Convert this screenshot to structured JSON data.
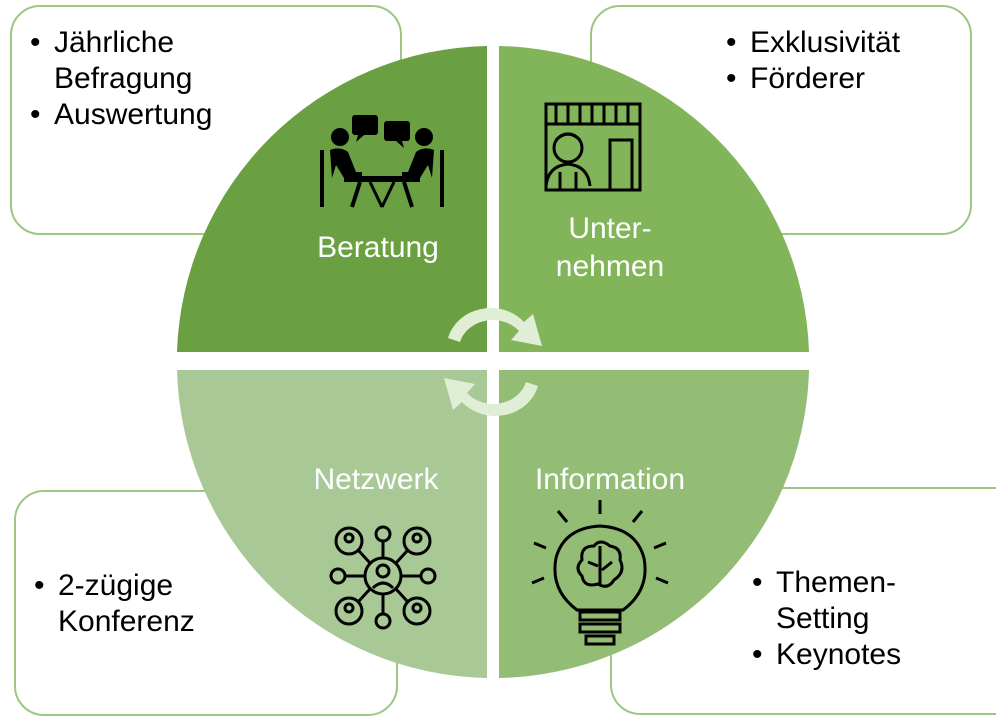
{
  "colors": {
    "q1": "#6a9f42",
    "q2": "#82b55a",
    "q3": "#a8c996",
    "q4": "#93bc74",
    "box_border": "#9cc783",
    "arrow": "#dfeed5"
  },
  "quadrants": {
    "beratung": {
      "label": "Beratung",
      "icon": "meeting-people-icon"
    },
    "unternehmen": {
      "label_line1": "Unter-",
      "label_line2": "nehmen",
      "icon": "shop-owner-icon"
    },
    "netzwerk": {
      "label": "Netzwerk",
      "icon": "network-people-icon"
    },
    "information": {
      "label": "Information",
      "icon": "lightbulb-brain-icon"
    }
  },
  "boxes": {
    "top_left": {
      "items": [
        "Jährliche",
        "Befragung",
        "Auswertung"
      ]
    },
    "top_right": {
      "items": [
        "Exklusivität",
        "Förderer"
      ]
    },
    "bottom_left": {
      "items": [
        "2-zügige",
        "Konferenz"
      ]
    },
    "bottom_right": {
      "items": [
        "Themen-",
        "Setting",
        "Keynotes"
      ]
    }
  }
}
